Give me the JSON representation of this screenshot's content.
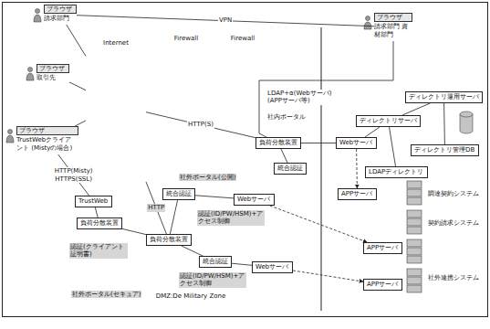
{
  "diagram": {
    "nodes": [
      {
        "text": [
          "ブラウザ",
          "請求部門"
        ]
      },
      {
        "text": [
          "Internet"
        ]
      },
      {
        "text": [
          "Firewall"
        ]
      },
      {
        "text": [
          "Firewall"
        ]
      },
      {
        "text": [
          "ブラウザ",
          "請求部門 資材部門"
        ]
      },
      {
        "text": [
          "ブラウザ",
          "取引先"
        ]
      },
      {
        "text": [
          "ブラウザ",
          "TrustWebクライアント (Mistyの場合)"
        ]
      },
      {
        "text": [
          "負荷分散装置"
        ]
      },
      {
        "text": [
          "統合認証"
        ]
      },
      {
        "text": [
          "Webサーバ"
        ]
      },
      {
        "text": [
          "ディレクトリサーバ"
        ]
      },
      {
        "text": [
          "ディレクトリ運用サーバ"
        ]
      },
      {
        "text": [
          "ディレクトリ管理DB"
        ]
      },
      {
        "text": [
          "LDAPディレクトリ"
        ]
      },
      {
        "text": [
          "APPサーバ"
        ]
      },
      {
        "text": [
          "APPサーバ"
        ]
      },
      {
        "text": [
          "APPサーバ"
        ]
      },
      {
        "text": [
          "DMZ:De Military Zone"
        ]
      },
      {
        "text": [
          "TrustWeb"
        ],
        "in": 17
      },
      {
        "text": [
          "負荷分散装置"
        ],
        "in": 17
      },
      {
        "text": [
          "統合認証"
        ],
        "in": 17
      },
      {
        "text": [
          "Webサーバ"
        ],
        "in": 17
      },
      {
        "text": [
          "負荷分散装置"
        ],
        "in": 17
      },
      {
        "text": [
          "統合認証"
        ],
        "in": 17
      },
      {
        "text": [
          "Webサーバ"
        ],
        "in": 17
      }
    ],
    "edges": [
      {
        "from": 0,
        "to": 4,
        "label": "VPN",
        "arrow": "none"
      },
      {
        "from": 0,
        "to": 1,
        "arrow": "none"
      },
      {
        "from": 5,
        "to": 1,
        "arrow": "none"
      },
      {
        "from": 6,
        "to": 1,
        "arrow": "none"
      },
      {
        "from": 1,
        "to": 7,
        "label": "HTTP(S)",
        "arrow": "none"
      },
      {
        "from": 4,
        "to": 7,
        "arrow": "none"
      },
      {
        "from": 7,
        "to": 8,
        "arrow": "none"
      },
      {
        "from": 7,
        "to": 9,
        "arrow": "none"
      },
      {
        "from": 9,
        "to": 10,
        "arrow": "none"
      },
      {
        "from": 10,
        "to": 11,
        "arrow": "none"
      },
      {
        "from": 11,
        "to": 12,
        "arrow": "none"
      },
      {
        "from": 10,
        "to": 13,
        "arrow": "none"
      },
      {
        "from": 9,
        "to": 14,
        "arrow": "to"
      },
      {
        "from": 1,
        "to": 22,
        "label": "HTTP",
        "arrow": "none"
      },
      {
        "from": 6,
        "to": 18,
        "label": "HTTP(Misty) HTTPS(SSL)",
        "arrow": "none"
      },
      {
        "from": 18,
        "to": 19,
        "arrow": "none"
      },
      {
        "from": 19,
        "to": 22,
        "arrow": "none"
      },
      {
        "from": 22,
        "to": 20,
        "arrow": "none"
      },
      {
        "from": 20,
        "to": 21,
        "arrow": "none"
      },
      {
        "from": 22,
        "to": 23,
        "arrow": "none"
      },
      {
        "from": 23,
        "to": 24,
        "arrow": "none"
      },
      {
        "from": 21,
        "to": 15,
        "arrow": "to"
      },
      {
        "from": 24,
        "to": 16,
        "arrow": "to"
      }
    ],
    "labels": [
      "LDAP+α(Webサーバ) (APPサーバ等)",
      "社内ポータル",
      "社外ポータル(公開)",
      "認証(ID/PW/HSM)+アクセス制御",
      "認証(クライアント証明書)",
      "認証(ID/PW/HSM)+アクセス制御",
      "社外ポータル(セキュア)",
      "調達契約システム",
      "契約請求システム",
      "社外連携システム"
    ]
  }
}
